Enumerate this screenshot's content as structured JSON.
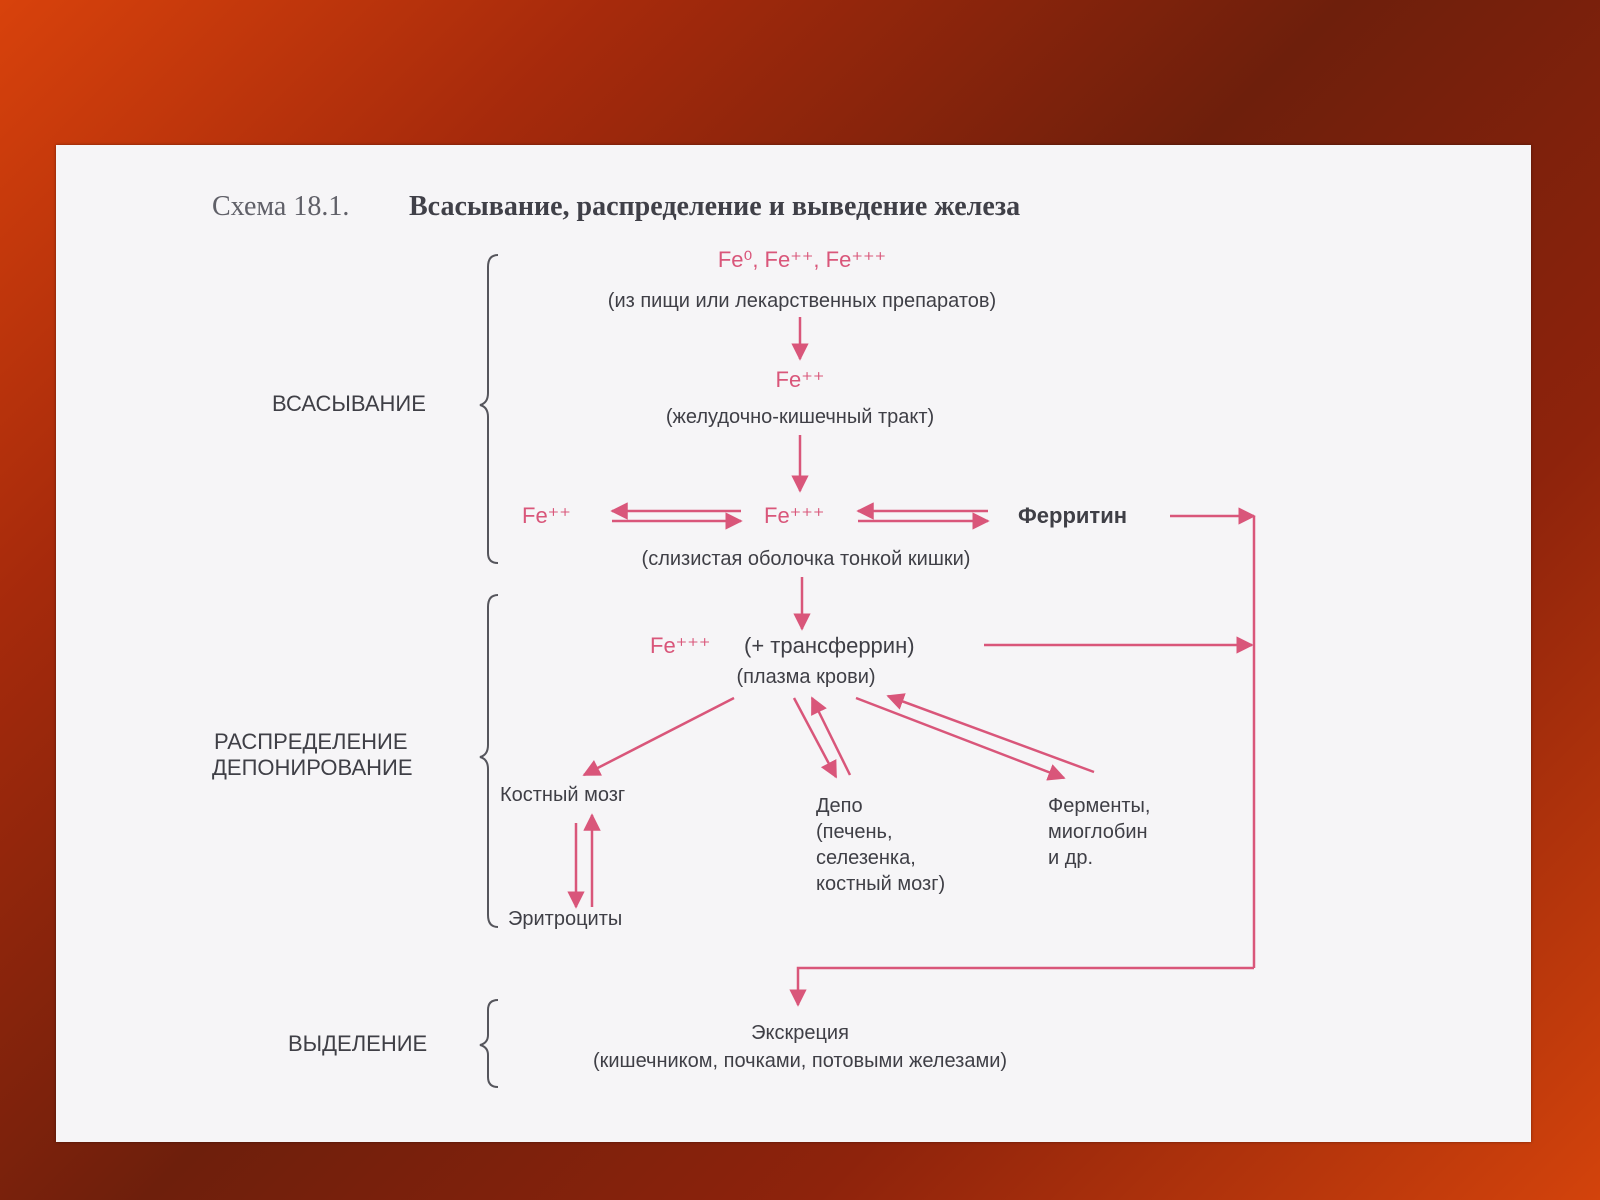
{
  "title": {
    "number": "Схема 18.1.",
    "text": "Всасывание, распределение и выведение железа"
  },
  "sections": {
    "absorption": "ВСАСЫВАНИЕ",
    "distribution_line1": "РАСПРЕДЕЛЕНИЕ",
    "distribution_line2": "ДЕПОНИРОВАНИЕ",
    "excretion": "ВЫДЕЛЕНИЕ"
  },
  "nodes": {
    "source_ions": "Fe⁰, Fe⁺⁺, Fe⁺⁺⁺",
    "source_note": "(из пищи или лекарственных препаратов)",
    "gi_ion": "Fe⁺⁺",
    "gi_note": "(желудочно-кишечный тракт)",
    "mucosa_fe2": "Fe⁺⁺",
    "mucosa_fe3": "Fe⁺⁺⁺",
    "ferritin": "Ферритин",
    "mucosa_note": "(слизистая оболочка тонкой кишки)",
    "plasma_ion": "Fe⁺⁺⁺",
    "plasma_transferrin": "(+ трансферрин)",
    "plasma_note": "(плазма крови)",
    "bone_marrow": "Костный мозг",
    "erythrocytes": "Эритроциты",
    "depot": "Депо\n(печень,\nселезенка,\nкостный мозг)",
    "enzymes": "Ферменты,\nмиоглобин\nи др.",
    "excretion_label": "Экскреция",
    "excretion_note": "(кишечником, почками, потовыми железами)"
  },
  "colors": {
    "arrow": "#d9567a",
    "text": "#3f3f46",
    "panel": "#f6f5f7"
  }
}
